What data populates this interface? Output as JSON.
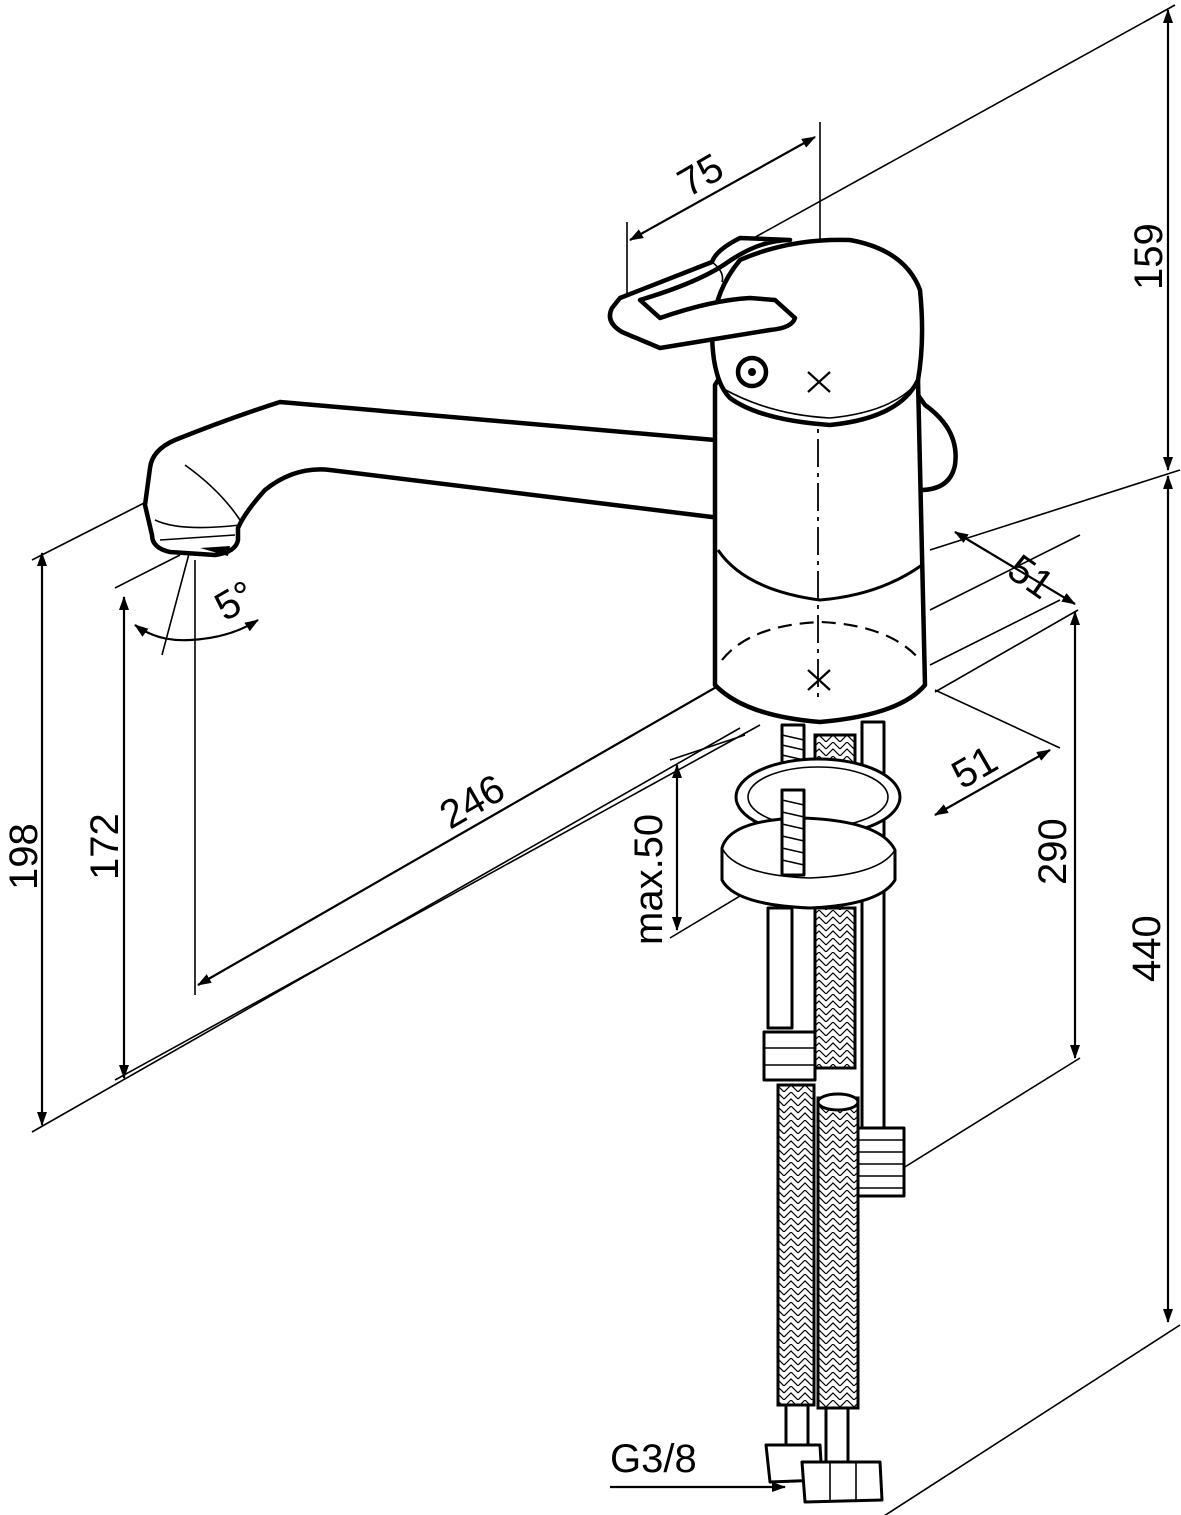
{
  "diagram": {
    "dimensions": {
      "spout_tilt": "5°",
      "lever_offset": "75",
      "height_above_deck": "159",
      "total_height": "440",
      "hose_length": "290",
      "body_diameter_top": "51",
      "body_diameter_bottom": "51",
      "spout_reach": "246",
      "outlet_height": "198",
      "clearance_height": "172",
      "deck_thickness": "max.50",
      "connection_thread": "G3/8"
    }
  }
}
